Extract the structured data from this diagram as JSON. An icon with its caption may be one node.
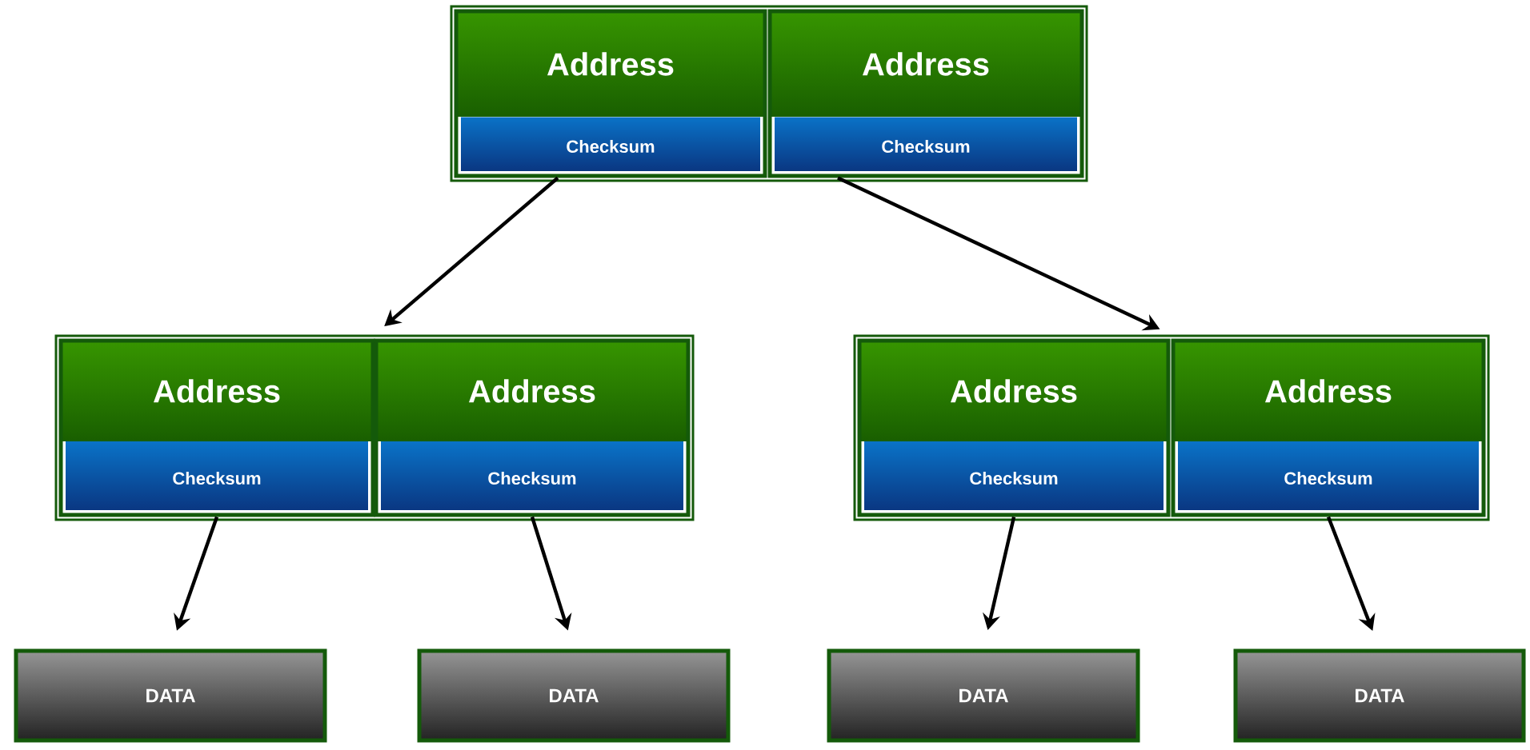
{
  "diagram": {
    "nodes": [
      {
        "text": [],
        "shape": "box"
      },
      {
        "text": [
          "Address",
          "Checksum"
        ],
        "in": 0
      },
      {
        "text": [
          "Address",
          "Checksum"
        ],
        "in": 0
      },
      {
        "text": [],
        "shape": "box"
      },
      {
        "text": [
          "Address",
          "Checksum"
        ],
        "in": 3
      },
      {
        "text": [
          "Address",
          "Checksum"
        ],
        "in": 3
      },
      {
        "text": [],
        "shape": "box"
      },
      {
        "text": [
          "Address",
          "Checksum"
        ],
        "in": 6
      },
      {
        "text": [
          "Address",
          "Checksum"
        ],
        "in": 6
      },
      {
        "text": [
          "DATA"
        ]
      },
      {
        "text": [
          "DATA"
        ]
      },
      {
        "text": [
          "DATA"
        ]
      },
      {
        "text": [
          "DATA"
        ]
      }
    ],
    "edges": [
      {
        "from": 1,
        "to": 3,
        "arrow": "to"
      },
      {
        "from": 2,
        "to": 6,
        "arrow": "to"
      },
      {
        "from": 4,
        "to": 9,
        "arrow": "to"
      },
      {
        "from": 5,
        "to": 10,
        "arrow": "to"
      },
      {
        "from": 7,
        "to": 11,
        "arrow": "to"
      },
      {
        "from": 8,
        "to": 12,
        "arrow": "to"
      }
    ]
  }
}
